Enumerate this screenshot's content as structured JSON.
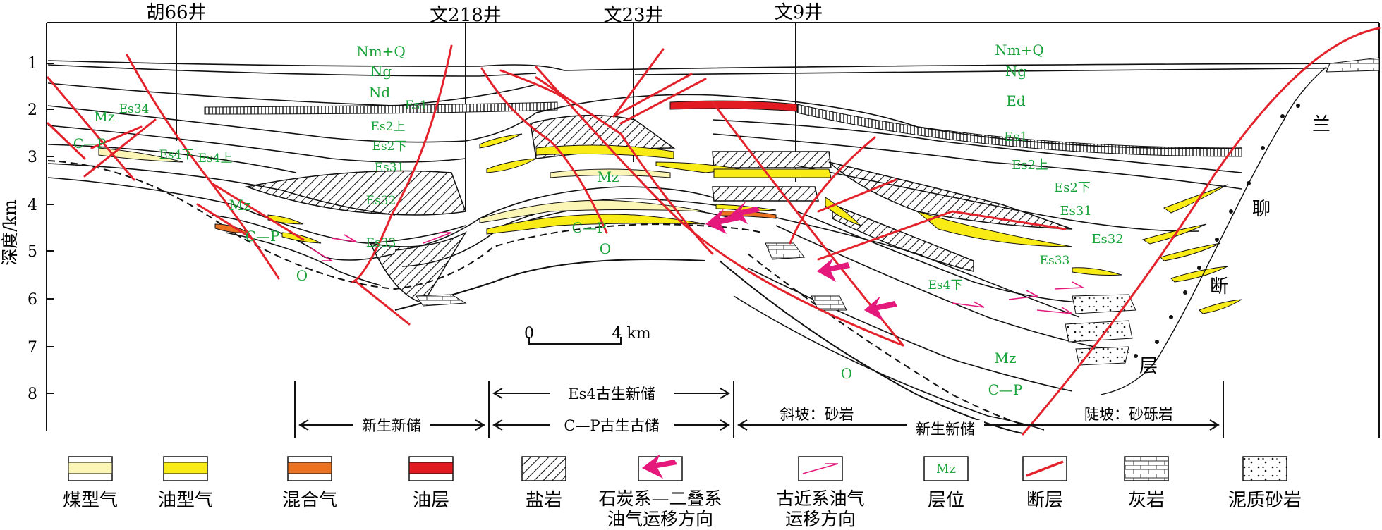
{
  "wells": [
    {
      "name": "胡66井"
    },
    {
      "name": "文218井"
    },
    {
      "name": "文23井"
    },
    {
      "name": "文9井"
    }
  ],
  "axis": {
    "label": "深度/km",
    "ticks": [
      "1",
      "2",
      "3",
      "4",
      "5",
      "6",
      "7",
      "8"
    ]
  },
  "strata_labels": {
    "nmq_left": "Nm+Q",
    "nmq_right": "Nm+Q",
    "ng_left": "Ng",
    "ng_right": "Ng",
    "nd": "Nd",
    "ed": "Ed",
    "es1_mid": "Es1",
    "es1_right": "Es1",
    "es2u_left": "Es2上",
    "es2u_right": "Es2上",
    "es2l_left": "Es2下",
    "es2l_right": "Es2下",
    "es3_1_left": "Es31",
    "es3_1_right": "Es31",
    "es3_2_left": "Es32",
    "es3_2_right": "Es32",
    "es3_3_left": "Es33",
    "es3_3_right": "Es33",
    "es3_4": "Es34",
    "mz_farleft": "Mz",
    "mz_left": "Mz",
    "mz_center": "Mz",
    "mz_right": "Mz",
    "cp_farleft": "C—P",
    "cp_left": "C—P",
    "cp_center": "C—P",
    "cp_right": "C—P",
    "o_left": "O",
    "o_center": "O",
    "o_right": "O",
    "es4u": "Es4上",
    "es4l": "Es4下",
    "es4_right": "Es4下"
  },
  "scale_bar": {
    "start": "0",
    "end": "4 km"
  },
  "annotations": {
    "es4_storage": "Es4古生新储",
    "cp_storage": "C—P古生古储",
    "xin_left": "新生新储",
    "xin_right": "新生新储",
    "slope": "斜坡：砂岩",
    "steep": "陡坡：砂砾岩",
    "fault_name": [
      "兰",
      "聊",
      "断",
      "层"
    ]
  },
  "legend": [
    {
      "label": "煤型气",
      "type": "coal-gas",
      "color": "#fbf5b6"
    },
    {
      "label": "油型气",
      "type": "oil-gas",
      "color": "#f9ec16"
    },
    {
      "label": "混合气",
      "type": "mixed-gas",
      "color": "#ea7323"
    },
    {
      "label": "油层",
      "type": "oil-layer",
      "color": "#e21b23"
    },
    {
      "label": "盐岩",
      "type": "salt-rock"
    },
    {
      "label": "石炭系—二叠系",
      "label2": "油气运移方向",
      "type": "cp-migration",
      "color": "#e5197c"
    },
    {
      "label": "古近系油气",
      "label2": "运移方向",
      "type": "paleogene-migration",
      "color": "#e5197c"
    },
    {
      "label": "层位",
      "type": "horizon",
      "sample": "Mz"
    },
    {
      "label": "断层",
      "type": "fault",
      "color": "#e3222b"
    },
    {
      "label": "灰岩",
      "type": "limestone"
    },
    {
      "label": "泥质砂岩",
      "type": "muddy-sandstone"
    }
  ]
}
